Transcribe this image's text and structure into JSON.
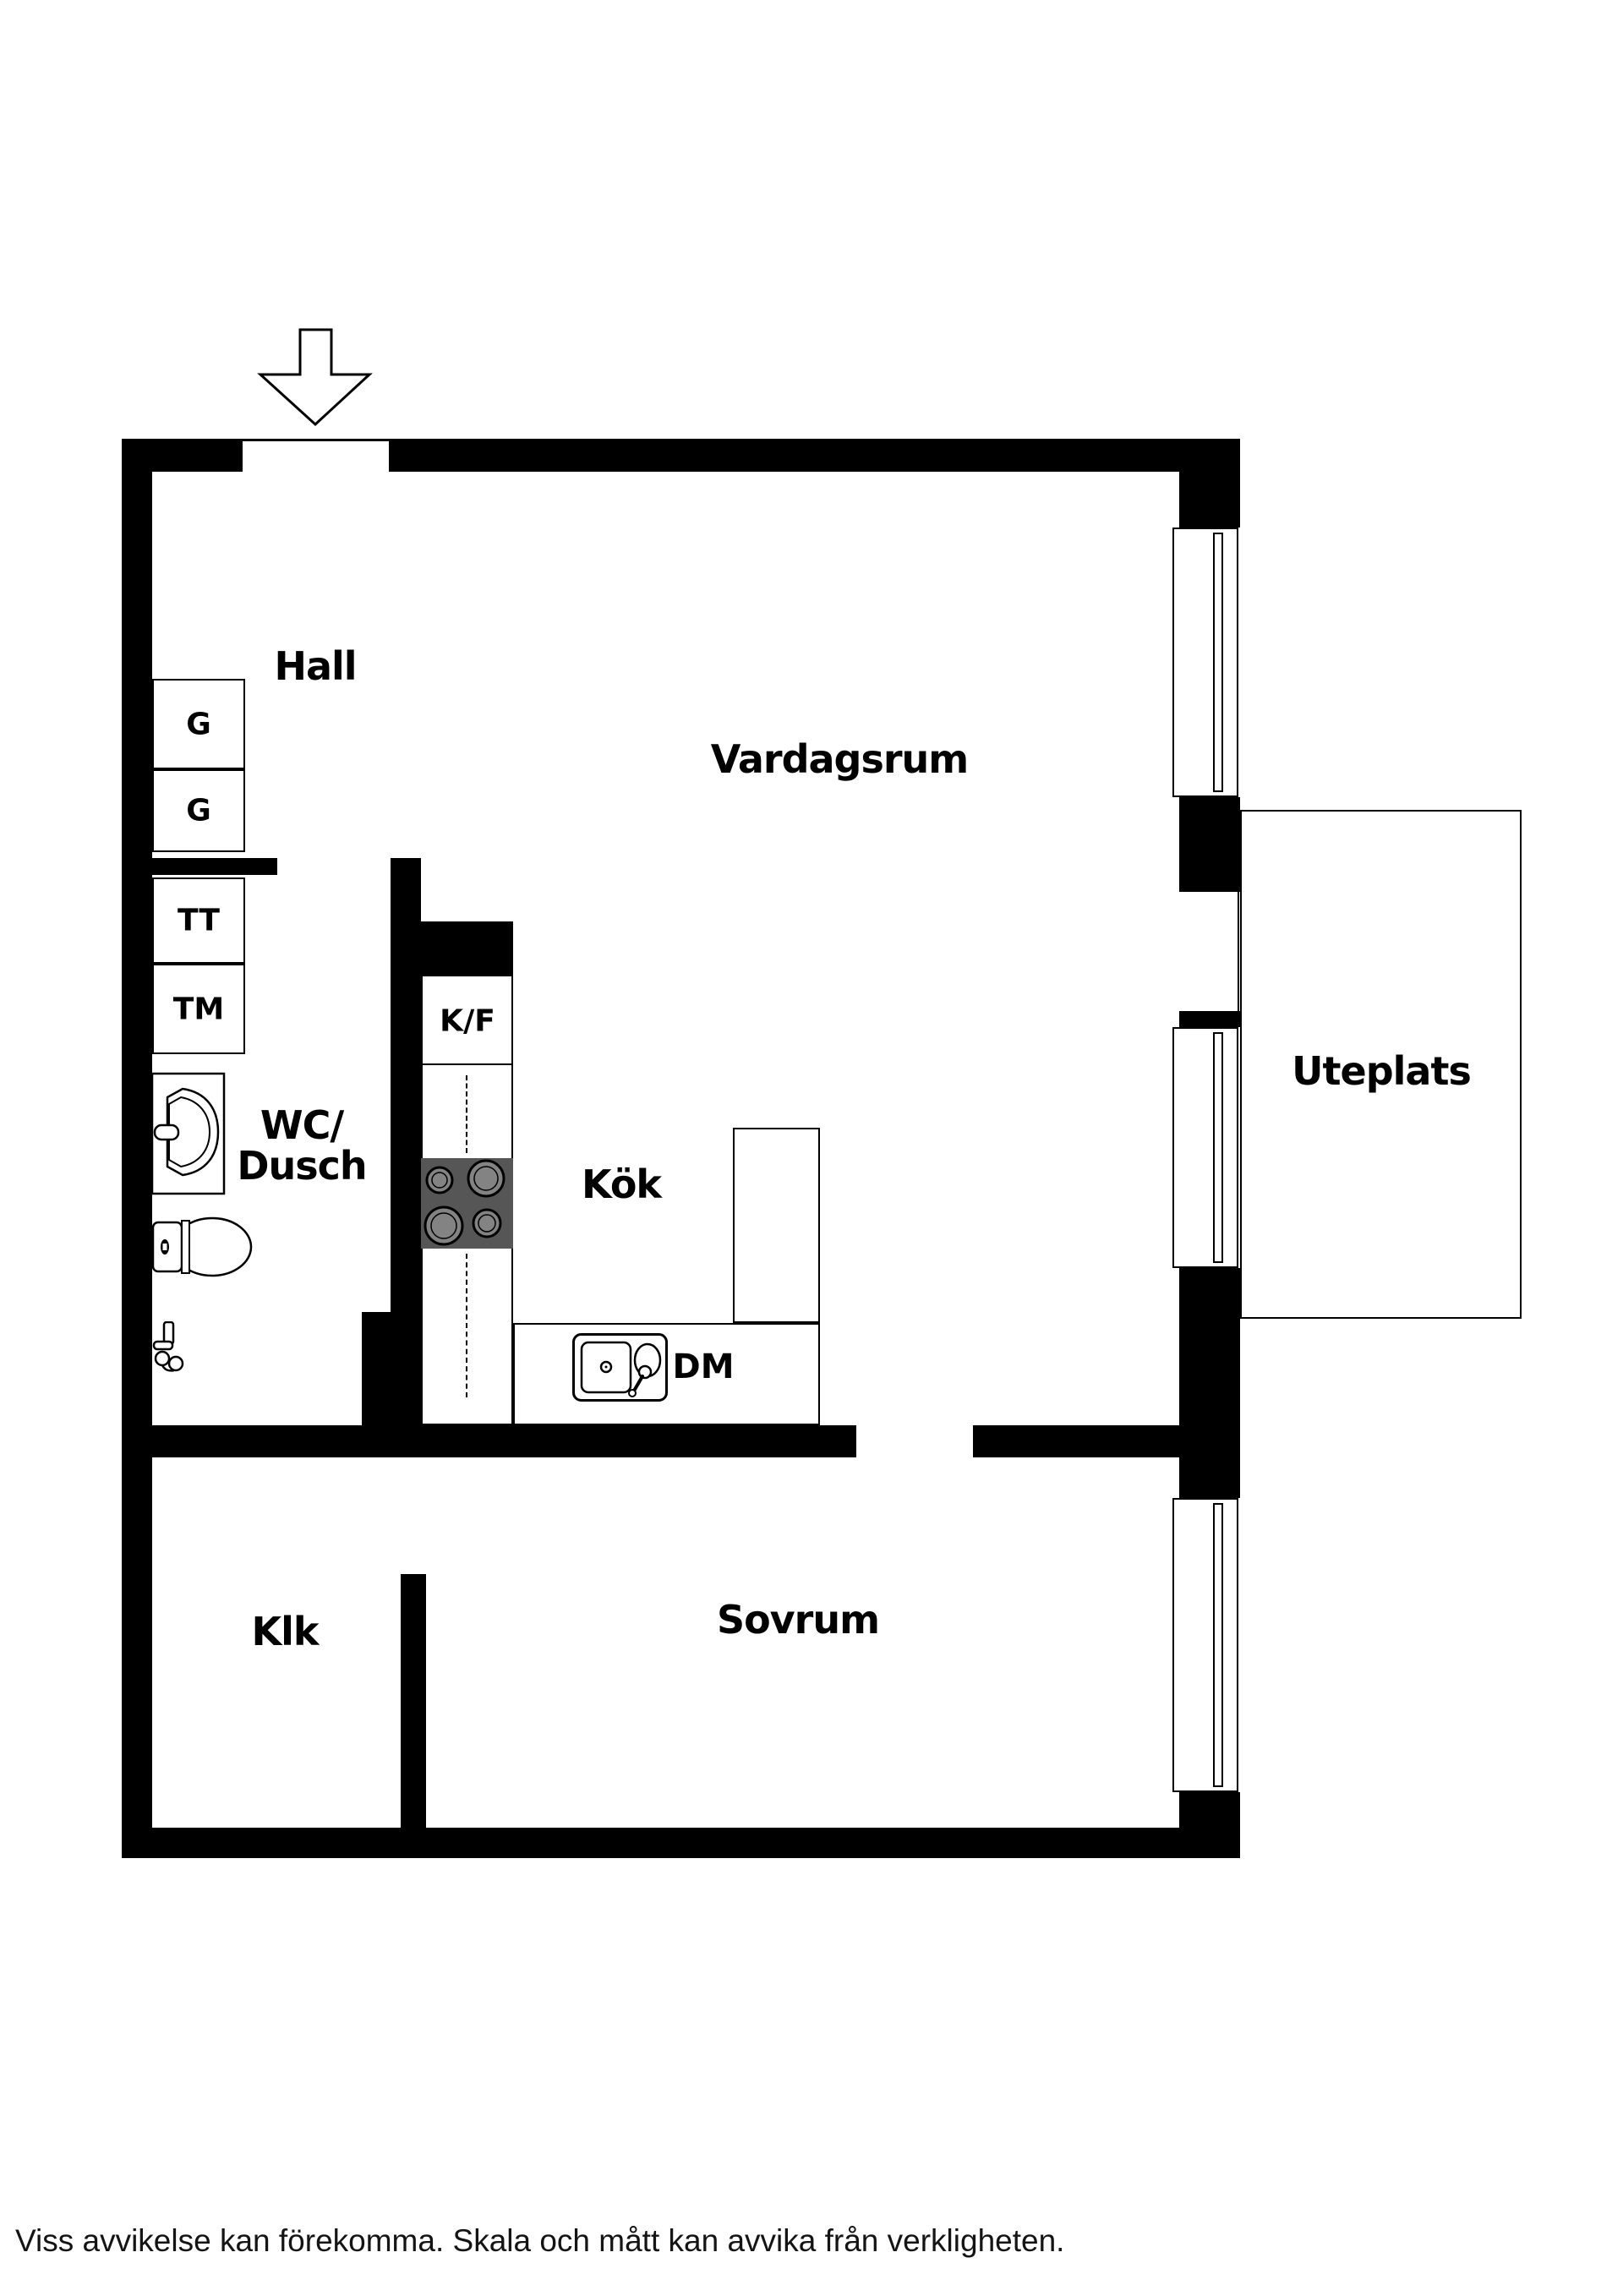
{
  "floor_plan": {
    "entrance": {
      "symbol": "down-arrow"
    },
    "rooms": {
      "hall": {
        "label": "Hall"
      },
      "vardagsrum": {
        "label": "Vardagsrum"
      },
      "kok": {
        "label": "Kök"
      },
      "wc_dusch": {
        "label_line1": "WC/",
        "label_line2": "Dusch"
      },
      "klk": {
        "label": "Klk"
      },
      "sovrum": {
        "label": "Sovrum"
      },
      "uteplats": {
        "label": "Uteplats"
      }
    },
    "fixtures": {
      "wardrobe_top": {
        "label": "G"
      },
      "wardrobe_bottom": {
        "label": "G"
      },
      "tumble_dryer": {
        "label": "TT"
      },
      "washing_machine": {
        "label": "TM"
      },
      "fridge_freezer": {
        "label": "K/F"
      },
      "dishwasher": {
        "label": "DM"
      }
    },
    "colors": {
      "wall": "#000000",
      "line": "#000000",
      "stove": "#565656",
      "burner": "#838383",
      "background": "#ffffff"
    }
  },
  "footer": {
    "disclaimer": "Viss avvikelse kan förekomma. Skala och mått kan avvika från verkligheten."
  }
}
